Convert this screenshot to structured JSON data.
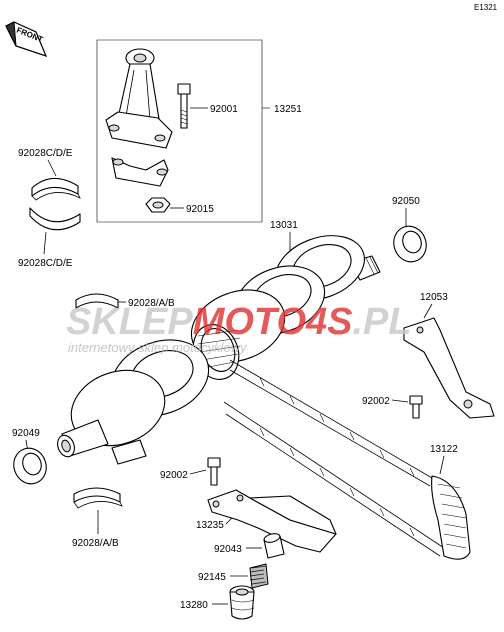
{
  "diagram": {
    "code": "E1321",
    "front_badge": "FRONT",
    "watermark": {
      "brand_gray": "SKLEP",
      "brand_red": "MOTO",
      "brand_num": "4S",
      "brand_tld": ".PL",
      "tagline": "internetowy sklep motocyklowy",
      "color_red": "#e03030",
      "color_gray": "#c8c8c8"
    },
    "labels": {
      "p92001": "92001",
      "p13251": "13251",
      "p92015": "92015",
      "p92028cde_top": "92028C/D/E",
      "p92028cde_bottom": "92028C/D/E",
      "p13031": "13031",
      "p92050": "92050",
      "p92028ab_top": "92028/A/B",
      "p12053": "12053",
      "p92002_right": "92002",
      "p92049": "92049",
      "p13122": "13122",
      "p92002_lower": "92002",
      "p13235": "13235",
      "p92043": "92043",
      "p92145": "92145",
      "p13280": "13280",
      "p92028ab_bottom": "92028/A/B"
    }
  }
}
